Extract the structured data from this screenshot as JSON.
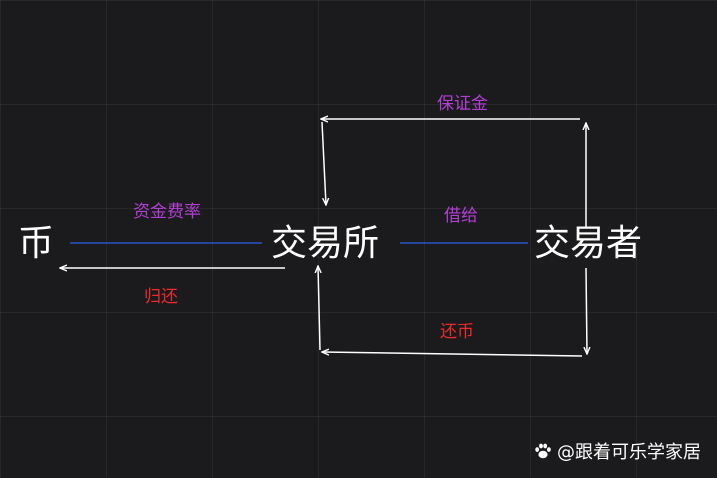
{
  "nodes": {
    "coin": "币",
    "exchange": "交易所",
    "trader": "交易者"
  },
  "edges": {
    "funding_rate": "资金费率",
    "return": "归还",
    "margin": "保证金",
    "lend": "借给",
    "return_coin": "还币"
  },
  "watermark": "@跟着可乐学家居",
  "colors": {
    "background": "#1b1b1d",
    "node_text": "#ffffff",
    "arrow": "#ffffff",
    "connector_line": "#2b55c6",
    "purple_label": "#b23fd4",
    "red_label": "#ee2a2a"
  }
}
